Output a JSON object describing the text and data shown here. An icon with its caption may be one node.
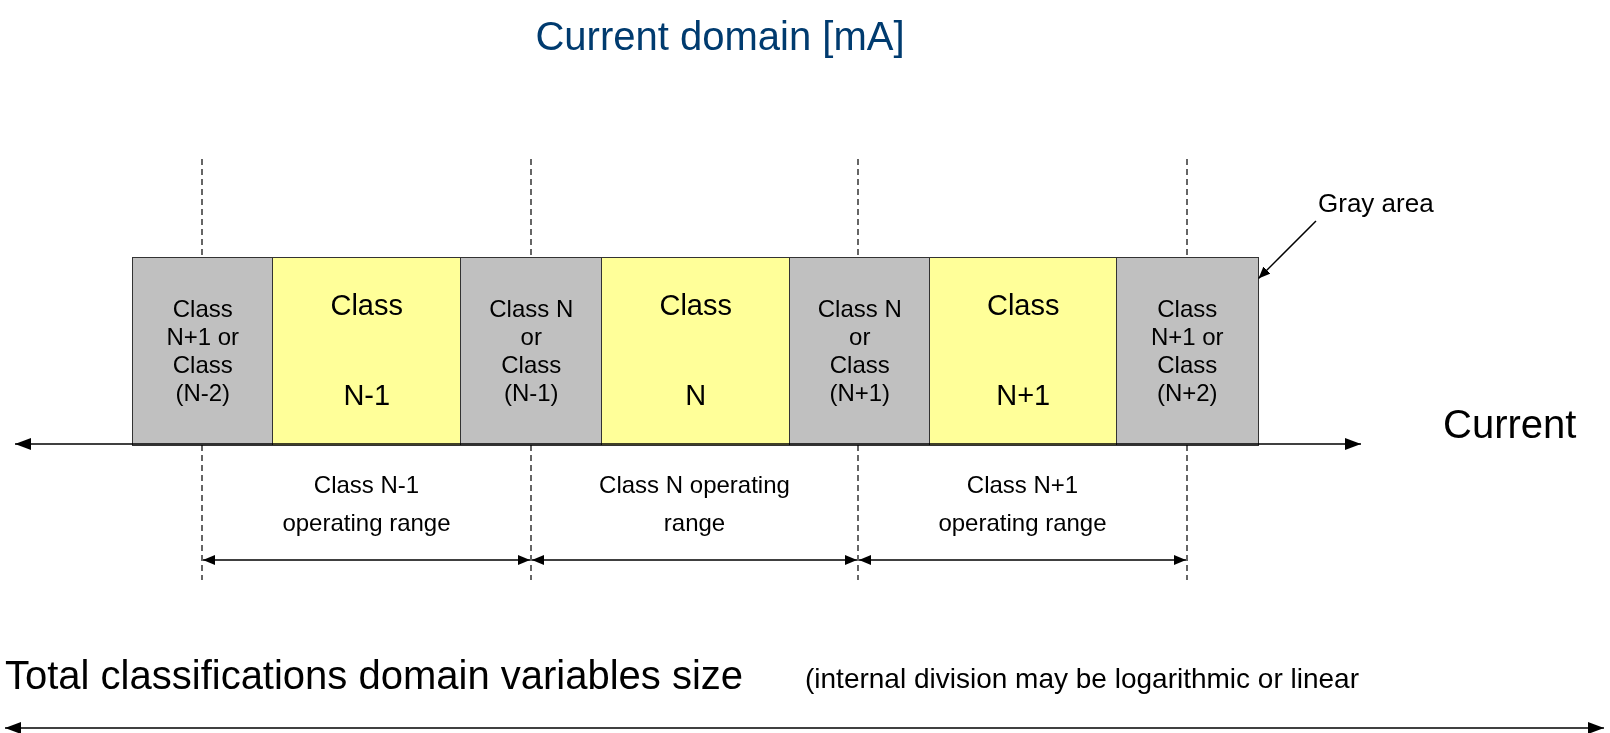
{
  "diagram": {
    "title": "Current domain [mA]",
    "nodes": [
      {
        "text": [
          "Class N+1 or Class (N-2)"
        ]
      },
      {
        "text": [
          "Class",
          "N-1"
        ]
      },
      {
        "text": [
          "Class N or Class (N-1)"
        ]
      },
      {
        "text": [
          "Class",
          "N"
        ]
      },
      {
        "text": [
          "Class N or Class (N+1)"
        ]
      },
      {
        "text": [
          "Class",
          "N+1"
        ]
      },
      {
        "text": [
          "Class N+1 or Class (N+2)"
        ]
      },
      {
        "text": [
          "Gray area"
        ]
      }
    ],
    "edges": [
      {
        "from": 7,
        "to": 6,
        "arrow": "to"
      }
    ],
    "labels": [
      "Current",
      "Class N-1 operating range",
      "Class N operating range",
      "Class N+1 operating range",
      "Total classifications domain variables size",
      "(internal division may be logarithmic or linear"
    ]
  }
}
